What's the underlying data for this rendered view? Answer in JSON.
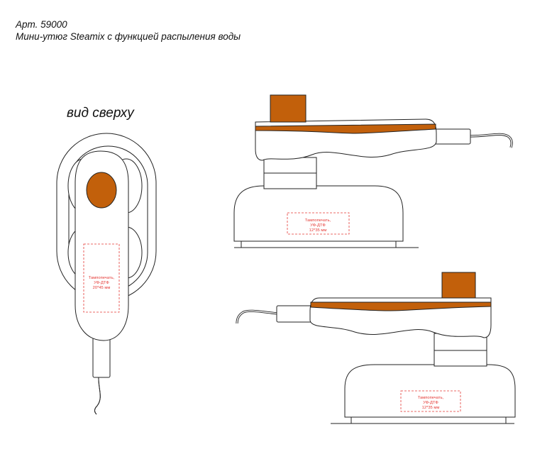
{
  "header": {
    "article": "Арт. 59000",
    "product": "Мини-утюг Steamix с функцией распыления воды"
  },
  "top_view": {
    "label": "вид сверху",
    "print_area": {
      "line1": "Тампопечать,",
      "line2": "УФ-ДТФ",
      "line3": "20*45 мм"
    }
  },
  "side_view_right": {
    "print_area": {
      "line1": "Тампопечать,",
      "line2": "УФ-ДТФ",
      "line3": "12*35 мм"
    }
  },
  "side_view_left": {
    "print_area": {
      "line1": "Тампопечать,",
      "line2": "УФ-ДТФ",
      "line3": "12*35 мм"
    }
  },
  "colors": {
    "accent": "#c2600b",
    "print_marking": "#e53935",
    "outline": "#222222"
  }
}
